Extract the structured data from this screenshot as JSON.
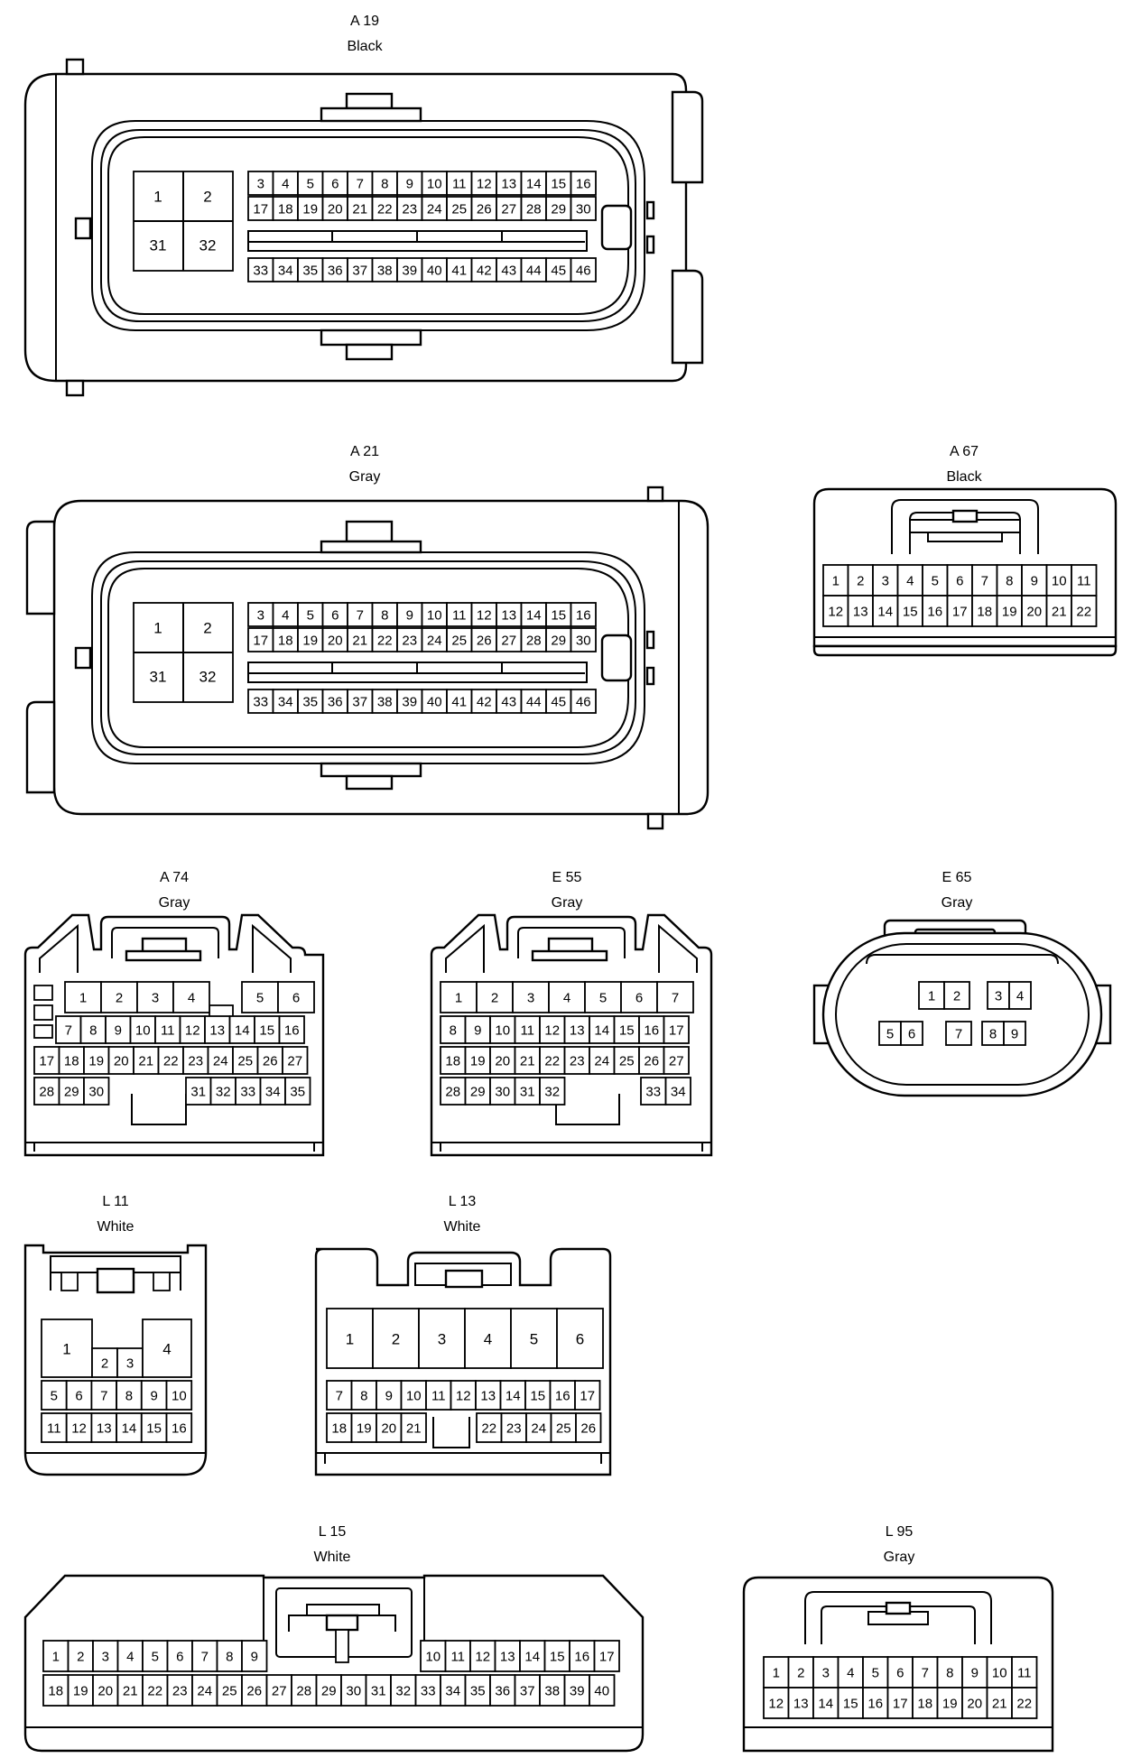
{
  "connectors": [
    {
      "id": "A19",
      "name": "A 19",
      "color": "Black"
    },
    {
      "id": "A21",
      "name": "A 21",
      "color": "Gray"
    },
    {
      "id": "A67",
      "name": "A 67",
      "color": "Black"
    },
    {
      "id": "A74",
      "name": "A 74",
      "color": "Gray"
    },
    {
      "id": "E55",
      "name": "E 55",
      "color": "Gray"
    },
    {
      "id": "E65",
      "name": "E 65",
      "color": "Gray"
    },
    {
      "id": "L11",
      "name": "L 11",
      "color": "White"
    },
    {
      "id": "L13",
      "name": "L 13",
      "color": "White"
    },
    {
      "id": "L15",
      "name": "L 15",
      "color": "White"
    },
    {
      "id": "L95",
      "name": "L 95",
      "color": "Gray"
    }
  ]
}
